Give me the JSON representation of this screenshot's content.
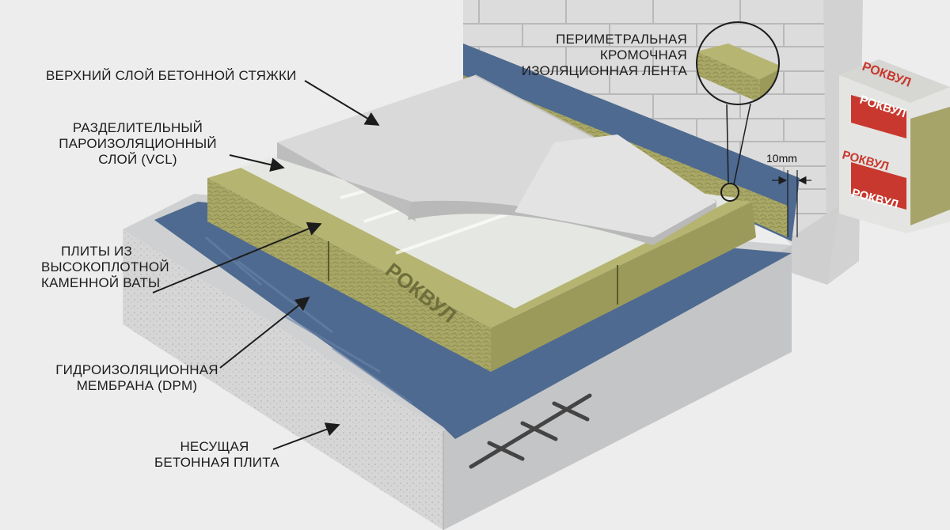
{
  "labels": {
    "top_screed": "ВЕРХНИЙ СЛОЙ БЕТОННОЙ СТЯЖКИ",
    "vcl": [
      "РАЗДЕЛИТЕЛЬНЫЙ",
      "ПАРОИЗОЛЯЦИОННЫЙ",
      "СЛОЙ (VCL)"
    ],
    "stone_wool": [
      "ПЛИТЫ ИЗ",
      "ВЫСОКОПЛОТНОЙ",
      "КАМЕННОЙ ВАТЫ"
    ],
    "dpm": [
      "ГИДРОИЗОЛЯЦИОННАЯ",
      "МЕМБРАНА (DPM)"
    ],
    "slab": [
      "НЕСУЩАЯ",
      "БЕТОННАЯ ПЛИТА"
    ],
    "edge_strip": [
      "ПЕРИМЕТРАЛЬНАЯ",
      "КРОМОЧНАЯ",
      "ИЗОЛЯЦИОННАЯ ЛЕНТА"
    ],
    "gap": "10mm"
  },
  "brand": {
    "board_text": "РОКВУЛ",
    "pack_text_1": "РОКВУЛ",
    "pack_text_2": "РОКВУЛ",
    "pack_text_3": "РОКВУЛ",
    "pack_text_4": "РОКВУЛ"
  },
  "colors": {
    "background": "#ededee",
    "concrete": "#c9cacb",
    "membrane": "#4e6a90",
    "wool": "#a6a564",
    "screed": "#dcdcdc",
    "brand_red": "#c0342c"
  }
}
